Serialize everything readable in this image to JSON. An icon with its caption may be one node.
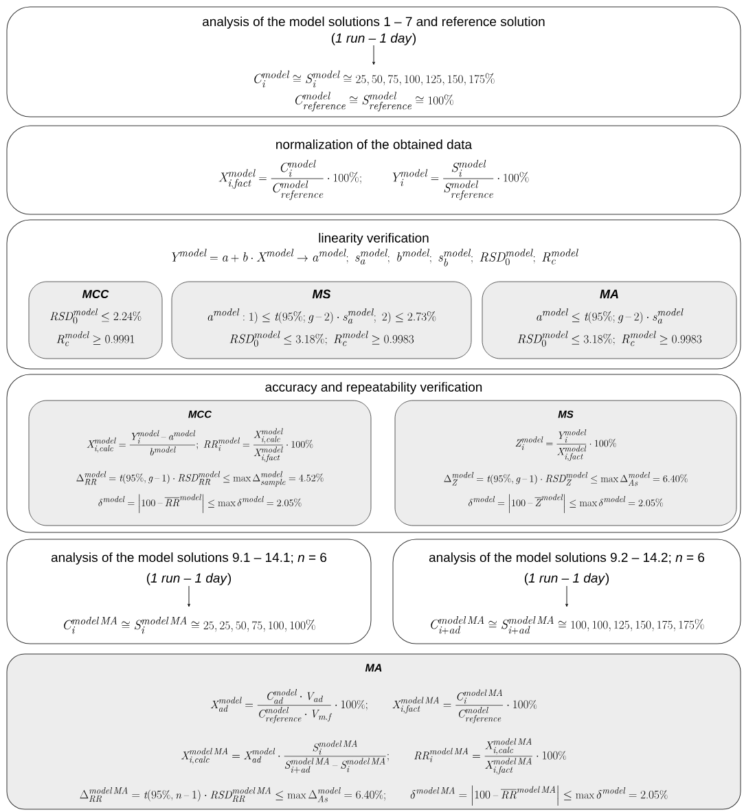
{
  "diagram": {
    "nodes": [
      {
        "text": [
          "analysis of the model solutions 1 – 7 and reference solution",
          "(*1 run – 1 day*)",
          "C_i^{model} \\cong S_i^{model} \\cong 25, 50, 75, 100, 125, 150, 175\\%",
          "C_{reference}^{model} \\cong S_{reference}^{model} \\cong 100\\%"
        ]
      },
      {
        "text": [
          "normalization of the obtained data",
          "X_{i,fact}^{model} = \\frac{C_i^{model}}{C_{reference}^{model}} \\cdot 100\\%; \\qquad Y_i^{model} = \\frac{S_i^{model}}{S_{reference}^{model}} \\cdot 100\\%"
        ]
      },
      {
        "text": [
          "linearity verification",
          "Y^{model} = a + b \\cdot X^{model} \\rightarrow a^{model};\\ s_a^{model};\\ b^{model};\\ s_b^{model};\\ RSD_0^{model};\\ R_c^{model}"
        ]
      },
      {
        "text": [
          "MCC",
          "RSD_0^{model} \\le 2.24\\%",
          "R_c^{model} \\ge 0.9991"
        ],
        "in": 2
      },
      {
        "text": [
          "MS",
          "a^{model}: 1) \\le t(95\\%;g-2) \\cdot s_a^{model};\\ 2) \\le 2.73\\%",
          "RSD_0^{model} \\le 3.18\\%;\\ R_c^{model} \\ge 0.9983"
        ],
        "in": 2
      },
      {
        "text": [
          "MA",
          "a^{model} \\le t(95\\%;g-2) \\cdot s_a^{model}",
          "RSD_0^{model} \\le 3.18\\%;\\ R_c^{model} \\ge 0.9983"
        ],
        "in": 2
      },
      {
        "text": [
          "accuracy and repeatability verification"
        ]
      },
      {
        "text": [
          "MCC",
          "X_{i,calc}^{model} = \\frac{Y_i^{model} - a^{model}}{b^{model}};\\ RR_i^{model} = \\frac{X_{i,calc}^{model}}{X_{i,fact}^{model}} \\cdot 100\\%",
          "\\Delta_{RR}^{model} = t(95\\%,g-1) \\cdot RSD_{RR}^{model} \\le \\max \\Delta_{sample}^{model} = 4.52\\%",
          "\\delta^{model} = \\left|100 - \\overline{RR}^{model}\\right| \\le \\max \\delta^{model} = 2.05\\%"
        ],
        "in": 6
      },
      {
        "text": [
          "MS",
          "Z_i^{model} = \\frac{Y_i^{model}}{X_{i,fact}^{model}} \\cdot 100\\%",
          "\\Delta_Z^{model} = t(95\\%,g-1) \\cdot RSD_Z^{model} \\le \\max \\Delta_{As}^{model} = 6.40\\%",
          "\\delta^{model} = \\left|100 - \\overline{Z}^{model}\\right| \\le \\max \\delta^{model} = 2.05\\%"
        ],
        "in": 6
      },
      {
        "text": [
          "analysis of the model solutions 9.1 – 14.1; *n* = 6",
          "(*1 run – 1 day*)",
          "C_i^{model\\,MA} \\cong S_i^{model\\,MA} \\cong 25, 25, 50, 75, 100, 100\\%"
        ]
      },
      {
        "text": [
          "analysis of the model solutions 9.2 – 14.2; *n* = 6",
          "(*1 run – 1 day*)",
          "C_{i+ad}^{model\\,MA} \\cong S_{i+ad}^{model\\,MA} \\cong 100, 100, 125, 150, 175, 175\\%"
        ]
      },
      {
        "text": [
          "MA",
          "X_{ad}^{model} = \\frac{C_{ad}^{model} \\cdot V_{ad}}{C_{reference}^{model} \\cdot V_{m.f}} \\cdot 100\\%; \\qquad X_{i,fact}^{model\\,MA} = \\frac{C_i^{model\\,MA}}{C_{reference}^{model}} \\cdot 100\\%",
          "X_{i,calc}^{model\\,MA} = X_{ad}^{model} \\cdot \\frac{S_i^{model\\,MA}}{S_{i+ad}^{model\\,MA} - S_i^{model\\,MA}}; \\qquad RR_i^{model\\,MA} = \\frac{X_{i,calc}^{model\\,MA}}{X_{i,fact}^{model\\,MA}} \\cdot 100\\%",
          "\\Delta_{RR}^{model\\,MA} = t(95\\%, n-1) \\cdot RSD_{RR}^{model\\,MA} \\le \\max \\Delta_{As}^{model} = 6.40\\%; \\qquad \\delta^{model\\,MA} = \\left|100 - \\overline{RR}^{model\\,MA}\\right| \\le \\max \\delta^{model} = 2.05\\%"
        ]
      }
    ]
  }
}
